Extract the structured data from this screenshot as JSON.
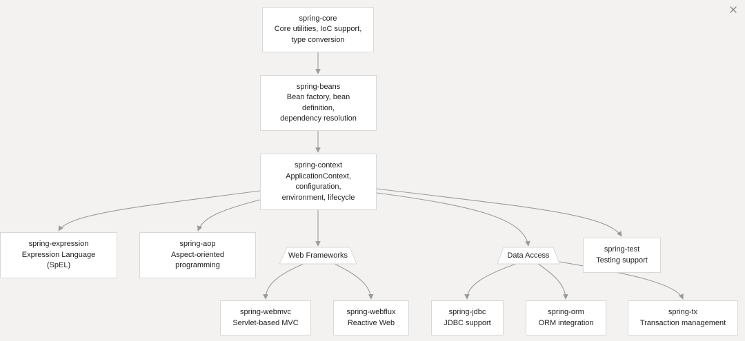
{
  "diagram": {
    "nodes": [
      {
        "id": "core",
        "lines": [
          "spring-core",
          "Core utilities, IoC support,",
          "type conversion"
        ]
      },
      {
        "id": "beans",
        "lines": [
          "spring-beans",
          "Bean factory, bean",
          "definition,",
          "dependency resolution"
        ]
      },
      {
        "id": "context",
        "lines": [
          "spring-context",
          "ApplicationContext,",
          "configuration,",
          "environment, lifecycle"
        ]
      },
      {
        "id": "expression",
        "lines": [
          "spring-expression",
          "Expression Language",
          "(SpEL)"
        ]
      },
      {
        "id": "aop",
        "lines": [
          "spring-aop",
          "Aspect-oriented",
          "programming"
        ]
      },
      {
        "id": "test",
        "lines": [
          "spring-test",
          "Testing support"
        ]
      },
      {
        "id": "webmvc",
        "lines": [
          "spring-webmvc",
          "Servlet-based MVC"
        ]
      },
      {
        "id": "webflux",
        "lines": [
          "spring-webflux",
          "Reactive Web"
        ]
      },
      {
        "id": "jdbc",
        "lines": [
          "spring-jdbc",
          "JDBC support"
        ]
      },
      {
        "id": "orm",
        "lines": [
          "spring-orm",
          "ORM integration"
        ]
      },
      {
        "id": "tx",
        "lines": [
          "spring-tx",
          "Transaction management"
        ]
      }
    ],
    "groups": [
      {
        "id": "web",
        "label": "Web Frameworks"
      },
      {
        "id": "data",
        "label": "Data Access"
      }
    ],
    "edges": [
      {
        "from": "core",
        "to": "beans"
      },
      {
        "from": "beans",
        "to": "context"
      },
      {
        "from": "context",
        "to": "expression"
      },
      {
        "from": "context",
        "to": "aop"
      },
      {
        "from": "context",
        "to": "web"
      },
      {
        "from": "context",
        "to": "data"
      },
      {
        "from": "context",
        "to": "test"
      },
      {
        "from": "web",
        "to": "webmvc"
      },
      {
        "from": "web",
        "to": "webflux"
      },
      {
        "from": "data",
        "to": "jdbc"
      },
      {
        "from": "data",
        "to": "orm"
      },
      {
        "from": "data",
        "to": "tx"
      }
    ],
    "colors": {
      "background": "#f3f2f1",
      "node_fill": "#ffffff",
      "node_border": "#d8d8d8",
      "edge": "#9a9a9a",
      "text": "#222222"
    }
  },
  "toolbar": {
    "close_icon": "close-icon"
  }
}
